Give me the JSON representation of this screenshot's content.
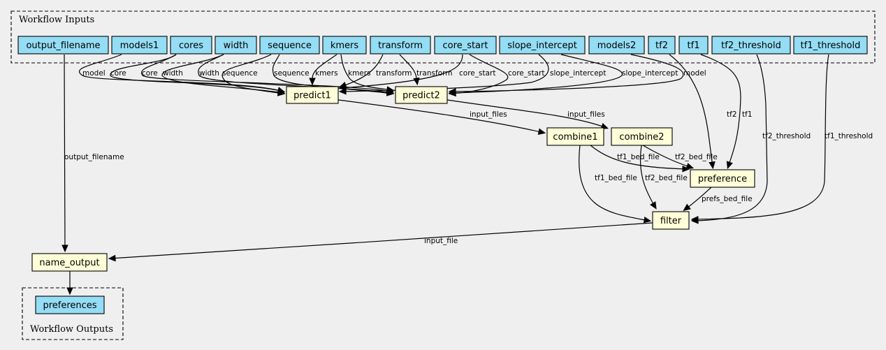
{
  "clusters": {
    "inputs": {
      "label": "Workflow Inputs"
    },
    "outputs": {
      "label": "Workflow Outputs"
    }
  },
  "nodes": {
    "output_filename": {
      "label": "output_filename",
      "kind": "input"
    },
    "models1": {
      "label": "models1",
      "kind": "input"
    },
    "cores": {
      "label": "cores",
      "kind": "input"
    },
    "width": {
      "label": "width",
      "kind": "input"
    },
    "sequence": {
      "label": "sequence",
      "kind": "input"
    },
    "kmers": {
      "label": "kmers",
      "kind": "input"
    },
    "transform": {
      "label": "transform",
      "kind": "input"
    },
    "core_start": {
      "label": "core_start",
      "kind": "input"
    },
    "slope_intercept": {
      "label": "slope_intercept",
      "kind": "input"
    },
    "models2": {
      "label": "models2",
      "kind": "input"
    },
    "tf2": {
      "label": "tf2",
      "kind": "input"
    },
    "tf1": {
      "label": "tf1",
      "kind": "input"
    },
    "tf2_threshold": {
      "label": "tf2_threshold",
      "kind": "input"
    },
    "tf1_threshold": {
      "label": "tf1_threshold",
      "kind": "input"
    },
    "predict1": {
      "label": "predict1",
      "kind": "step"
    },
    "predict2": {
      "label": "predict2",
      "kind": "step"
    },
    "combine1": {
      "label": "combine1",
      "kind": "step"
    },
    "combine2": {
      "label": "combine2",
      "kind": "step"
    },
    "preference": {
      "label": "preference",
      "kind": "step"
    },
    "filter": {
      "label": "filter",
      "kind": "step"
    },
    "name_output": {
      "label": "name_output",
      "kind": "step"
    },
    "preferences": {
      "label": "preferences",
      "kind": "output"
    }
  },
  "edges": [
    {
      "from": "models1",
      "to": "predict1",
      "label": "model"
    },
    {
      "from": "cores",
      "to": "predict1",
      "label": "core"
    },
    {
      "from": "cores",
      "to": "predict2",
      "label": "core"
    },
    {
      "from": "width",
      "to": "predict1",
      "label": "width"
    },
    {
      "from": "width",
      "to": "predict2",
      "label": "width"
    },
    {
      "from": "sequence",
      "to": "predict1",
      "label": "sequence"
    },
    {
      "from": "sequence",
      "to": "predict2",
      "label": "sequence"
    },
    {
      "from": "kmers",
      "to": "predict1",
      "label": "kmers"
    },
    {
      "from": "kmers",
      "to": "predict2",
      "label": "kmers"
    },
    {
      "from": "transform",
      "to": "predict1",
      "label": "transform"
    },
    {
      "from": "transform",
      "to": "predict2",
      "label": "transform"
    },
    {
      "from": "core_start",
      "to": "predict1",
      "label": "core_start"
    },
    {
      "from": "core_start",
      "to": "predict2",
      "label": "core_start"
    },
    {
      "from": "slope_intercept",
      "to": "predict1",
      "label": "slope_intercept"
    },
    {
      "from": "slope_intercept",
      "to": "predict2",
      "label": "slope_intercept"
    },
    {
      "from": "models2",
      "to": "predict2",
      "label": "model"
    },
    {
      "from": "predict1",
      "to": "combine1",
      "label": "input_files"
    },
    {
      "from": "predict2",
      "to": "combine2",
      "label": "input_files"
    },
    {
      "from": "tf2",
      "to": "preference",
      "label": "tf2"
    },
    {
      "from": "tf1",
      "to": "preference",
      "label": "tf1"
    },
    {
      "from": "combine1",
      "to": "preference",
      "label": "tf1_bed_file"
    },
    {
      "from": "combine2",
      "to": "preference",
      "label": "tf2_bed_file"
    },
    {
      "from": "combine1",
      "to": "filter",
      "label": "tf1_bed_file"
    },
    {
      "from": "combine2",
      "to": "filter",
      "label": "tf2_bed_file"
    },
    {
      "from": "preference",
      "to": "filter",
      "label": "prefs_bed_file"
    },
    {
      "from": "tf2_threshold",
      "to": "filter",
      "label": "tf2_threshold"
    },
    {
      "from": "tf1_threshold",
      "to": "filter",
      "label": "tf1_threshold"
    },
    {
      "from": "output_filename",
      "to": "name_output",
      "label": "output_filename"
    },
    {
      "from": "filter",
      "to": "name_output",
      "label": "input_file"
    },
    {
      "from": "name_output",
      "to": "preferences",
      "label": ""
    }
  ]
}
